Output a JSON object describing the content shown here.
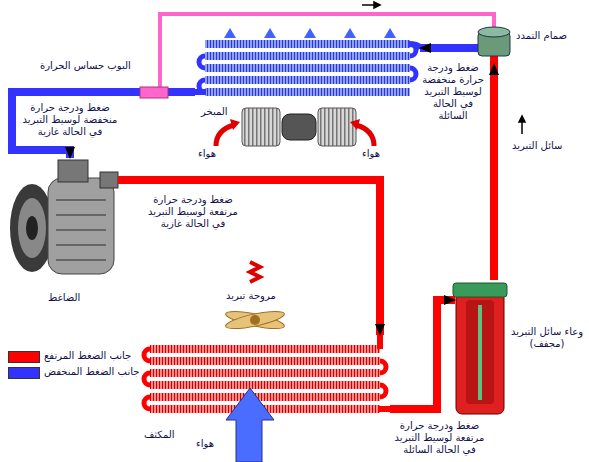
{
  "diagram": {
    "nodes": [
      {
        "text": [
          "البوب حساس الحرارة"
        ]
      },
      {
        "text": [
          "صمام التمدد"
        ]
      },
      {
        "text": [
          "المبخر"
        ]
      },
      {
        "text": [
          "الضاغط"
        ]
      },
      {
        "text": [
          "وعاء سائل التبريد (مجفف)"
        ]
      },
      {
        "text": [
          "المكثف"
        ]
      }
    ],
    "edges": [
      {
        "from": 3,
        "to": 5,
        "arrow": "to",
        "label": "ضغط ودرجة حرارة مرتفعة لوسيط التبريد في الحالة غازية"
      },
      {
        "from": 5,
        "to": 4,
        "arrow": "to",
        "label": "ضغط ودرجة حرارة مرتفعة لوسيط التبريد في الحالة السائلة"
      },
      {
        "from": 4,
        "to": 1,
        "arrow": "to",
        "label": "سائل التبريد"
      },
      {
        "from": 1,
        "to": 2,
        "arrow": "to",
        "label": "ضغط ودرجة حرارة منخفضة لوسيط التبريد في الحالة السائلة"
      },
      {
        "from": 2,
        "to": 3,
        "arrow": "to",
        "label": "ضغط ودرجة حرارة منخفضة لوسيط التبريد في الحالة غازية"
      },
      {
        "from": 0,
        "to": 1,
        "arrow": "none"
      }
    ],
    "labels": [
      "هواء",
      "هواء",
      "مروحة تبريد",
      "هواء"
    ],
    "legend": [
      {
        "text": "جانب الضغط المرتفع",
        "color": "#ff0000"
      },
      {
        "text": "جانب الضغط المنخفض",
        "color": "#3333ff"
      }
    ]
  }
}
